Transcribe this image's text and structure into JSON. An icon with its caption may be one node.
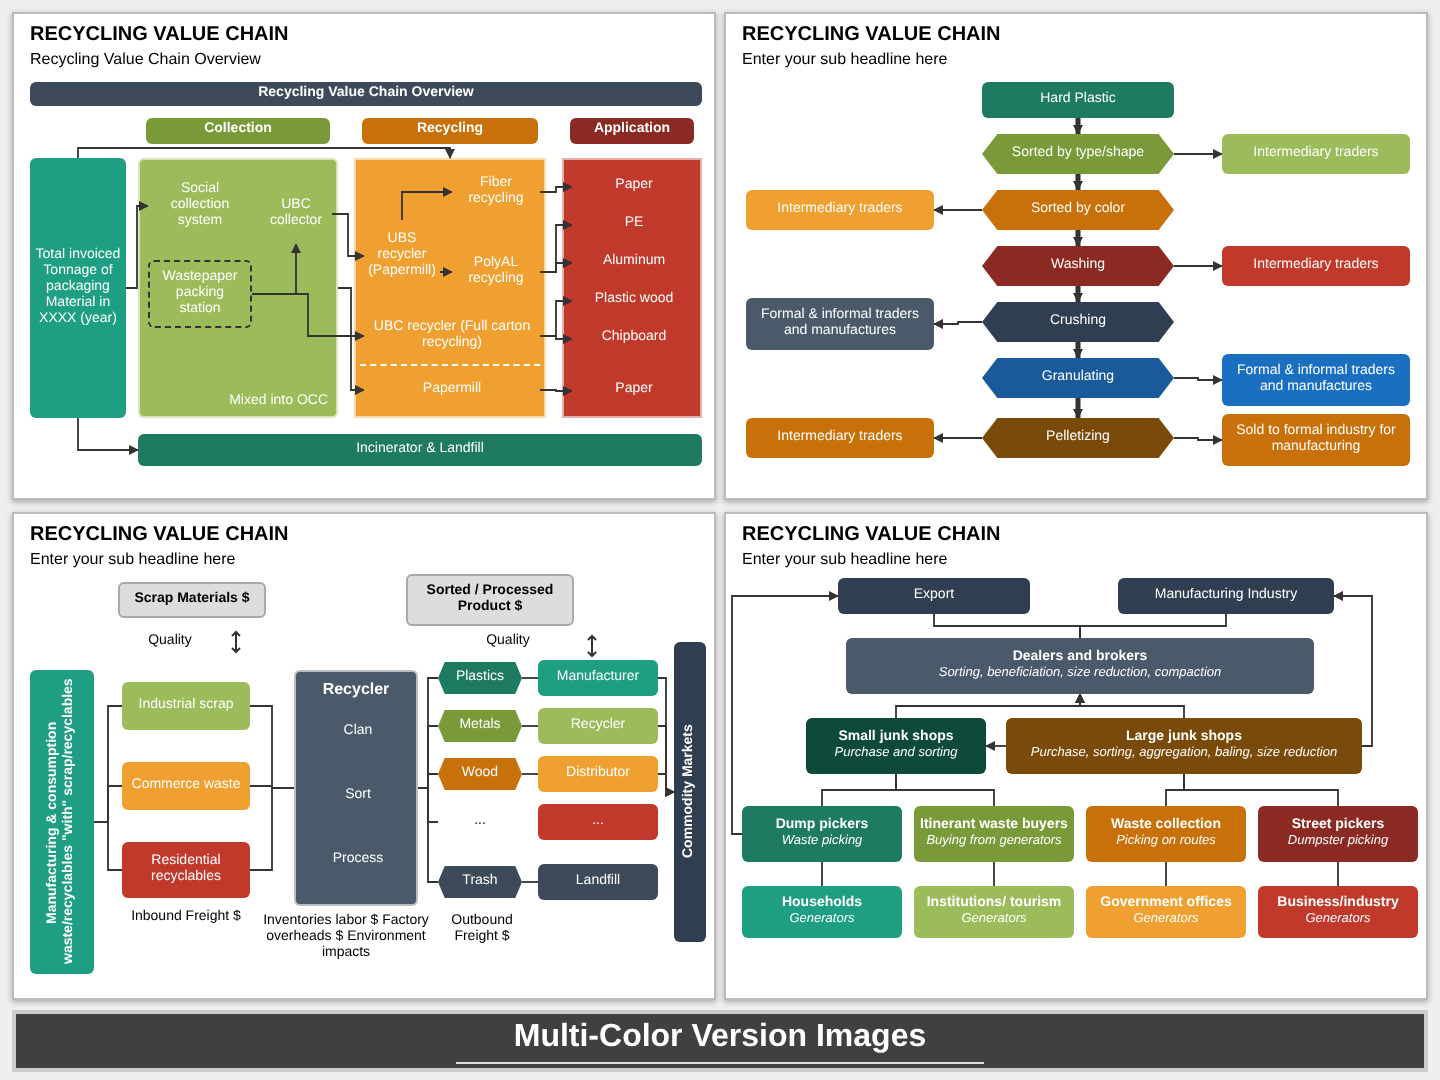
{
  "diagram": {
    "title": "Multi-Color Version Images",
    "nodes": [
      {
        "text": [
          "RECYCLING VALUE CHAIN",
          "Recycling Value Chain Overview"
        ]
      },
      {
        "text": [
          "Recycling Value Chain Overview"
        ],
        "in": 0
      },
      {
        "text": [
          "Collection"
        ],
        "in": 0
      },
      {
        "text": [
          "Recycling"
        ],
        "in": 0
      },
      {
        "text": [
          "Application"
        ],
        "in": 0
      },
      {
        "text": [
          "Total invoiced Tonnage of packaging Material in XXXX (year)"
        ],
        "in": 0
      },
      {
        "text": [
          "Mixed into OCC"
        ],
        "in": 0
      },
      {
        "text": [
          "Social collection system"
        ],
        "in": 6
      },
      {
        "text": [
          "UBC collector"
        ],
        "in": 6
      },
      {
        "text": [
          "Wastepaper packing station"
        ],
        "in": 6
      },
      {
        "text": [],
        "shape": "box",
        "in": 0
      },
      {
        "text": [
          "UBS recycler (Papermill)"
        ],
        "in": 10
      },
      {
        "text": [
          "Fiber recycling"
        ],
        "in": 10
      },
      {
        "text": [
          "PolyAL recycling"
        ],
        "in": 10
      },
      {
        "text": [
          "UBC recycler (Full carton recycling)"
        ],
        "in": 10
      },
      {
        "text": [
          "Papermill"
        ],
        "in": 10
      },
      {
        "text": [],
        "shape": "box",
        "in": 0
      },
      {
        "text": [
          "Paper"
        ],
        "in": 16
      },
      {
        "text": [
          "PE"
        ],
        "in": 16
      },
      {
        "text": [
          "Aluminum"
        ],
        "in": 16
      },
      {
        "text": [
          "Plastic wood"
        ],
        "in": 16
      },
      {
        "text": [
          "Chipboard"
        ],
        "in": 16
      },
      {
        "text": [
          "Paper"
        ],
        "in": 16
      },
      {
        "text": [
          "Incinerator & Landfill"
        ],
        "in": 0
      },
      {
        "text": [
          "RECYCLING VALUE CHAIN",
          "Enter your sub headline here"
        ]
      },
      {
        "text": [
          "Hard Plastic"
        ],
        "in": 24
      },
      {
        "text": [
          "Sorted by type/shape"
        ],
        "in": 24
      },
      {
        "text": [
          "Intermediary traders"
        ],
        "in": 24
      },
      {
        "text": [
          "Intermediary traders"
        ],
        "in": 24
      },
      {
        "text": [
          "Sorted by color"
        ],
        "in": 24
      },
      {
        "text": [
          "Washing"
        ],
        "in": 24
      },
      {
        "text": [
          "Intermediary traders"
        ],
        "in": 24
      },
      {
        "text": [
          "Formal & informal traders and manufactures"
        ],
        "in": 24
      },
      {
        "text": [
          "Crushing"
        ],
        "in": 24
      },
      {
        "text": [
          "Granulating"
        ],
        "in": 24
      },
      {
        "text": [
          "Formal & informal traders and manufactures"
        ],
        "in": 24
      },
      {
        "text": [
          "Intermediary traders"
        ],
        "in": 24
      },
      {
        "text": [
          "Pelletizing"
        ],
        "in": 24
      },
      {
        "text": [
          "Sold to formal industry for manufacturing"
        ],
        "in": 24
      },
      {
        "text": [
          "RECYCLING VALUE CHAIN",
          "Enter your sub headline here"
        ]
      },
      {
        "text": [
          "Scrap Materials $"
        ],
        "in": 39
      },
      {
        "text": [
          "Sorted / Processed Product $"
        ],
        "in": 39
      },
      {
        "text": [
          "Manufacturing & consumption waste/recyclables \"with\" scrap/recyclables"
        ],
        "in": 39
      },
      {
        "text": [
          "Industrial scrap"
        ],
        "in": 39
      },
      {
        "text": [
          "Commerce waste"
        ],
        "in": 39
      },
      {
        "text": [
          "Residential recyclables"
        ],
        "in": 39
      },
      {
        "text": [
          "Recycler"
        ],
        "in": 39
      },
      {
        "text": [
          "Clan"
        ],
        "in": 46
      },
      {
        "text": [
          "Sort"
        ],
        "in": 46
      },
      {
        "text": [
          "Process"
        ],
        "in": 46
      },
      {
        "text": [
          "Plastics"
        ],
        "in": 39
      },
      {
        "text": [
          "Manufacturer"
        ],
        "in": 39
      },
      {
        "text": [
          "Metals"
        ],
        "in": 39
      },
      {
        "text": [
          "Recycler"
        ],
        "in": 39
      },
      {
        "text": [
          "Wood"
        ],
        "in": 39
      },
      {
        "text": [
          "Distributor"
        ],
        "in": 39
      },
      {
        "text": [
          "..."
        ],
        "in": 39
      },
      {
        "text": [
          "..."
        ],
        "in": 39
      },
      {
        "text": [
          "Trash"
        ],
        "in": 39
      },
      {
        "text": [
          "Landfill"
        ],
        "in": 39
      },
      {
        "text": [
          "Commodity Markets"
        ],
        "in": 39
      },
      {
        "text": [
          "RECYCLING VALUE CHAIN",
          "Enter your sub headline here"
        ]
      },
      {
        "text": [
          "Export"
        ],
        "in": 61
      },
      {
        "text": [
          "Manufacturing Industry"
        ],
        "in": 61
      },
      {
        "text": [
          "Dealers and brokers",
          "Sorting, beneficiation, size reduction, compaction"
        ],
        "in": 61
      },
      {
        "text": [
          "Small junk shops",
          "Purchase and sorting"
        ],
        "in": 61
      },
      {
        "text": [
          "Large junk shops",
          "Purchase, sorting, aggregation, baling, size reduction"
        ],
        "in": 61
      },
      {
        "text": [
          "Dump pickers",
          "Waste picking"
        ],
        "in": 61
      },
      {
        "text": [
          "Itinerant waste buyers",
          "Buying from generators"
        ],
        "in": 61
      },
      {
        "text": [
          "Waste collection",
          "Picking on routes"
        ],
        "in": 61
      },
      {
        "text": [
          "Street pickers",
          "Dumpster picking"
        ],
        "in": 61
      },
      {
        "text": [
          "Households",
          "Generators"
        ],
        "in": 61
      },
      {
        "text": [
          "Institutions/ tourism",
          "Generators"
        ],
        "in": 61
      },
      {
        "text": [
          "Government offices",
          "Generators"
        ],
        "in": 61
      },
      {
        "text": [
          "Business/industry",
          "Generators"
        ],
        "in": 61
      }
    ],
    "edges": [
      {
        "from": 5,
        "to": 7,
        "arrow": "to"
      },
      {
        "from": 5,
        "to": 10,
        "arrow": "to"
      },
      {
        "from": 5,
        "to": 23,
        "arrow": "to"
      },
      {
        "from": 9,
        "to": 8,
        "arrow": "to"
      },
      {
        "from": 8,
        "to": 11,
        "arrow": "to"
      },
      {
        "from": 9,
        "to": 14,
        "arrow": "to"
      },
      {
        "from": 6,
        "to": 15,
        "arrow": "to"
      },
      {
        "from": 11,
        "to": 12,
        "arrow": "to"
      },
      {
        "from": 11,
        "to": 13,
        "arrow": "to"
      },
      {
        "from": 12,
        "to": 17,
        "arrow": "to"
      },
      {
        "from": 13,
        "to": 18,
        "arrow": "to"
      },
      {
        "from": 13,
        "to": 19,
        "arrow": "to"
      },
      {
        "from": 14,
        "to": 20,
        "arrow": "to"
      },
      {
        "from": 14,
        "to": 21,
        "arrow": "to"
      },
      {
        "from": 15,
        "to": 22,
        "arrow": "to"
      },
      {
        "from": 25,
        "to": 26,
        "arrow": "to",
        "style": "thick"
      },
      {
        "from": 26,
        "to": 29,
        "arrow": "to",
        "style": "thick"
      },
      {
        "from": 29,
        "to": 30,
        "arrow": "to",
        "style": "thick"
      },
      {
        "from": 30,
        "to": 33,
        "arrow": "to",
        "style": "thick"
      },
      {
        "from": 33,
        "to": 34,
        "arrow": "to",
        "style": "thick"
      },
      {
        "from": 34,
        "to": 37,
        "arrow": "to",
        "style": "thick"
      },
      {
        "from": 26,
        "to": 27,
        "arrow": "to"
      },
      {
        "from": 29,
        "to": 28,
        "arrow": "to"
      },
      {
        "from": 30,
        "to": 31,
        "arrow": "to"
      },
      {
        "from": 33,
        "to": 32,
        "arrow": "to"
      },
      {
        "from": 34,
        "to": 35,
        "arrow": "to"
      },
      {
        "from": 37,
        "to": 36,
        "arrow": "to"
      },
      {
        "from": 37,
        "to": 38,
        "arrow": "to"
      },
      {
        "from": 42,
        "to": 43,
        "arrow": "none"
      },
      {
        "from": 42,
        "to": 44,
        "arrow": "none"
      },
      {
        "from": 42,
        "to": 45,
        "arrow": "none"
      },
      {
        "from": 43,
        "to": 46,
        "arrow": "none"
      },
      {
        "from": 44,
        "to": 46,
        "arrow": "none"
      },
      {
        "from": 45,
        "to": 46,
        "arrow": "none"
      },
      {
        "from": 46,
        "to": 50,
        "arrow": "none"
      },
      {
        "from": 46,
        "to": 52,
        "arrow": "none"
      },
      {
        "from": 46,
        "to": 54,
        "arrow": "none"
      },
      {
        "from": 46,
        "to": 56,
        "arrow": "none"
      },
      {
        "from": 46,
        "to": 58,
        "arrow": "none"
      },
      {
        "from": 50,
        "to": 51,
        "arrow": "none"
      },
      {
        "from": 52,
        "to": 53,
        "arrow": "none"
      },
      {
        "from": 54,
        "to": 55,
        "arrow": "none"
      },
      {
        "from": 58,
        "to": 59,
        "arrow": "none"
      },
      {
        "from": 51,
        "to": 60,
        "arrow": "to"
      },
      {
        "from": 53,
        "to": 60,
        "arrow": "to"
      },
      {
        "from": 55,
        "to": 60,
        "arrow": "to"
      },
      {
        "from": 64,
        "to": 62,
        "arrow": "none"
      },
      {
        "from": 64,
        "to": 63,
        "arrow": "none"
      },
      {
        "from": 65,
        "to": 64,
        "arrow": "to"
      },
      {
        "from": 66,
        "to": 64,
        "arrow": "to"
      },
      {
        "from": 66,
        "to": 65,
        "arrow": "to"
      },
      {
        "from": 66,
        "to": 63,
        "arrow": "to"
      },
      {
        "from": 67,
        "to": 62,
        "arrow": "to"
      },
      {
        "from": 67,
        "to": 65,
        "arrow": "none"
      },
      {
        "from": 68,
        "to": 65,
        "arrow": "none"
      },
      {
        "from": 69,
        "to": 66,
        "arrow": "none"
      },
      {
        "from": 70,
        "to": 66,
        "arrow": "none"
      },
      {
        "from": 71,
        "to": 67,
        "arrow": "none"
      },
      {
        "from": 72,
        "to": 68,
        "arrow": "none"
      },
      {
        "from": 73,
        "to": 69,
        "arrow": "none"
      },
      {
        "from": 74,
        "to": 70,
        "arrow": "none"
      }
    ],
    "labels": [
      "Quality",
      "Quality",
      "Inbound Freight $",
      "Inventories labor $ Factory overheads $ Environment impacts",
      "Outbound Freight $"
    ]
  }
}
